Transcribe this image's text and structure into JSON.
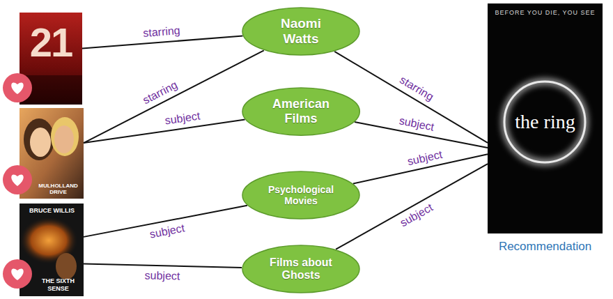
{
  "diagram": {
    "nodes": [
      {
        "text": [
          "21"
        ]
      },
      {
        "text": [
          "MULHOLLAND DRIVE"
        ]
      },
      {
        "text": [
          "BRUCE WILLIS",
          "THE SIXTH SENSE"
        ]
      },
      {
        "text": [
          "Naomi Watts"
        ]
      },
      {
        "text": [
          "American Films"
        ]
      },
      {
        "text": [
          "Psychological Movies"
        ]
      },
      {
        "text": [
          "Films about Ghosts"
        ]
      },
      {
        "text": [
          "BEFORE YOU DIE, YOU SEE",
          "the ring",
          "Recommendation"
        ]
      }
    ],
    "edges": [
      {
        "from": 0,
        "to": 3,
        "label": "starring",
        "arrow": "none"
      },
      {
        "from": 1,
        "to": 3,
        "label": "starring",
        "arrow": "none"
      },
      {
        "from": 1,
        "to": 4,
        "label": "subject",
        "arrow": "none"
      },
      {
        "from": 2,
        "to": 5,
        "label": "subject",
        "arrow": "none"
      },
      {
        "from": 2,
        "to": 6,
        "label": "subject",
        "arrow": "none"
      },
      {
        "from": 3,
        "to": 7,
        "label": "starring",
        "arrow": "none"
      },
      {
        "from": 4,
        "to": 7,
        "label": "subject",
        "arrow": "none"
      },
      {
        "from": 5,
        "to": 7,
        "label": "subject",
        "arrow": "none"
      },
      {
        "from": 6,
        "to": 7,
        "label": "subject",
        "arrow": "none"
      }
    ]
  }
}
